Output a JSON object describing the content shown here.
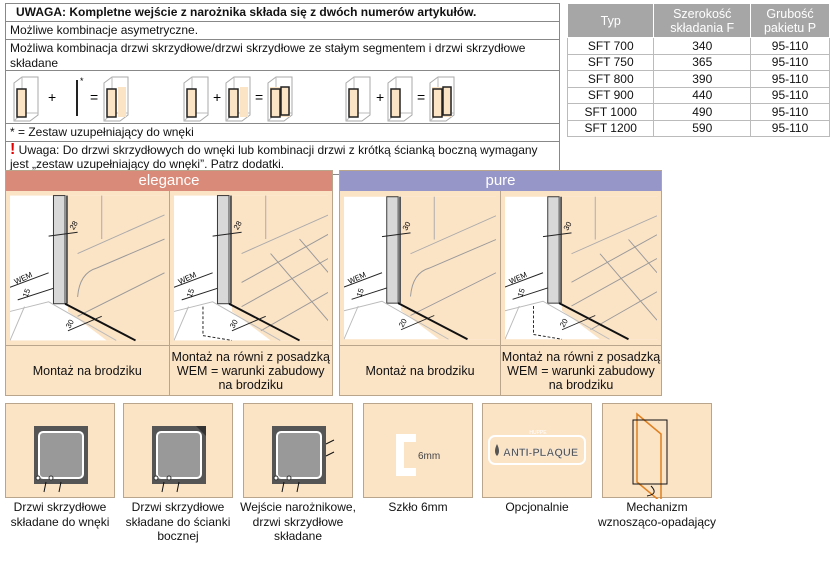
{
  "notes": {
    "title": "UWAGA: Kompletne wejście z narożnika składa się z dwóch numerów artykułów.",
    "line1": "Możliwe kombinacje asymetryczne.",
    "line2": "Możliwa kombinacja drzwi skrzydłowe/drzwi skrzydłowe ze stałym segmentem i drzwi skrzydłowe składane",
    "plus": "+",
    "equals": "=",
    "asterisk": "*",
    "footnote": "* = Zestaw uzupełniający do wnęki",
    "warning_mark": "!",
    "warning": "Uwaga: Do drzwi skrzydłowych do wnęki lub kombinacji drzwi z krótką ścianką boczną wymagany jest „zestaw uzupełniający do wnęki”. Patrz dodatki."
  },
  "spec_table": {
    "headers": [
      "Typ",
      "Szerokość składania F",
      "Grubość pakietu P"
    ],
    "rows": [
      [
        "SFT 700",
        "340",
        "95-110"
      ],
      [
        "SFT 750",
        "365",
        "95-110"
      ],
      [
        "SFT 800",
        "390",
        "95-110"
      ],
      [
        "SFT 900",
        "440",
        "95-110"
      ],
      [
        "SFT 1000",
        "490",
        "95-110"
      ],
      [
        "SFT 1200",
        "590",
        "95-110"
      ]
    ]
  },
  "panels": [
    {
      "name": "elegance",
      "color": "#d98a78",
      "dim_top": "28",
      "dim_bottom": "30",
      "dim_side": "15",
      "wem": "WEM",
      "captions": [
        "Montaż na brodziku",
        "Montaż na równi z posadzką WEM = warunki zabudowy na brodziku"
      ]
    },
    {
      "name": "pure",
      "color": "#9696c8",
      "dim_top": "30",
      "dim_bottom": "20",
      "dim_side": "15",
      "wem": "WEM",
      "captions": [
        "Montaż na brodziku",
        "Montaż na równi z posadzką WEM = warunki zabudowy na brodziku"
      ]
    }
  ],
  "features": [
    {
      "icon": "niche-folding-door-icon",
      "label": "Drzwi skrzydłowe składane do wnęki"
    },
    {
      "icon": "side-panel-folding-door-icon",
      "label": "Drzwi skrzydłowe składane do ścianki bocznej"
    },
    {
      "icon": "corner-entry-icon",
      "label": "Wejście narożnikowe, drzwi skrzydłowe składane"
    },
    {
      "icon": "glass-6mm-icon",
      "label": "Szkło 6mm",
      "badge": "6mm"
    },
    {
      "icon": "anti-plaque-logo",
      "label": "Opcjonalnie",
      "badge": "ANTI-PLAQUE",
      "brand": "HUPPE"
    },
    {
      "icon": "lift-lower-mechanism-icon",
      "label": "Mechanizm wznosząco-opadający"
    }
  ],
  "colors": {
    "panel_bg": "#fbe3c6",
    "header_gray": "#a6a6a6",
    "warning": "#e00000"
  }
}
